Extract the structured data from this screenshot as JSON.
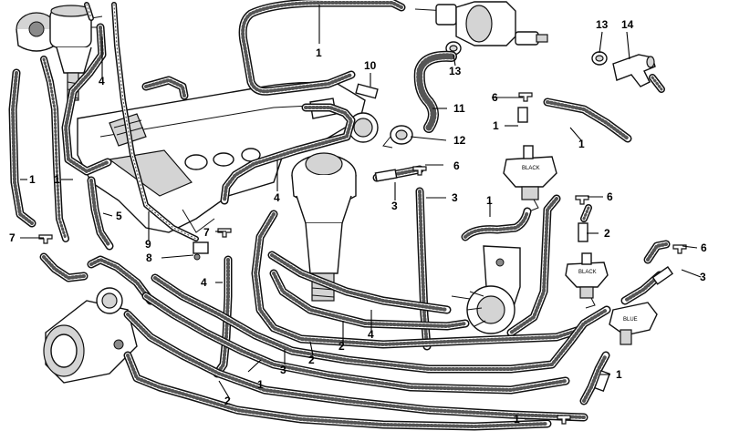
{
  "diagram": {
    "part_labels": [
      {
        "id": "c1a",
        "text": "1"
      },
      {
        "id": "c1b",
        "text": "1"
      },
      {
        "id": "c1c",
        "text": "1"
      },
      {
        "id": "c1d",
        "text": "1"
      },
      {
        "id": "c1e",
        "text": "1"
      },
      {
        "id": "c1f",
        "text": "1"
      },
      {
        "id": "c1g",
        "text": "1"
      },
      {
        "id": "c1h",
        "text": "1"
      },
      {
        "id": "c1i",
        "text": "1"
      },
      {
        "id": "c2a",
        "text": "2"
      },
      {
        "id": "c2b",
        "text": "2"
      },
      {
        "id": "c2c",
        "text": "2"
      },
      {
        "id": "c2d",
        "text": "2"
      },
      {
        "id": "c3a",
        "text": "3"
      },
      {
        "id": "c3b",
        "text": "3"
      },
      {
        "id": "c3c",
        "text": "3"
      },
      {
        "id": "c3d",
        "text": "3"
      },
      {
        "id": "c4a",
        "text": "4"
      },
      {
        "id": "c4b",
        "text": "4"
      },
      {
        "id": "c4c",
        "text": "4"
      },
      {
        "id": "c4d",
        "text": "4"
      },
      {
        "id": "c5",
        "text": "5"
      },
      {
        "id": "c6a",
        "text": "6"
      },
      {
        "id": "c6b",
        "text": "6"
      },
      {
        "id": "c6c",
        "text": "6"
      },
      {
        "id": "c6d",
        "text": "6"
      },
      {
        "id": "c7a",
        "text": "7"
      },
      {
        "id": "c7b",
        "text": "7"
      },
      {
        "id": "c8",
        "text": "8"
      },
      {
        "id": "c9",
        "text": "9"
      },
      {
        "id": "c10",
        "text": "10"
      },
      {
        "id": "c11",
        "text": "11"
      },
      {
        "id": "c12",
        "text": "12"
      },
      {
        "id": "c13a",
        "text": "13"
      },
      {
        "id": "c13b",
        "text": "13"
      },
      {
        "id": "c14",
        "text": "14"
      }
    ],
    "valve_markings": {
      "black_upper": "BLACK",
      "black_lower": "BLACK",
      "blue": "BLUE"
    }
  }
}
